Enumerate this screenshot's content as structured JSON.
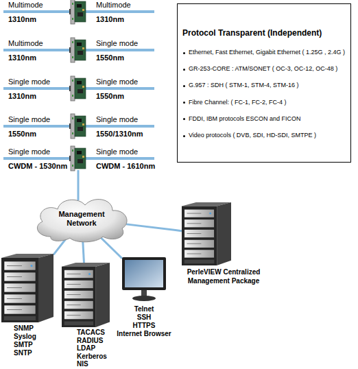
{
  "diagram": {
    "nodes": [
      {
        "text": [
          "Protocol Transparent (Independent)",
          "Ethernet, Fast Ethernet, Gigabit Ethernet ( 1.25G , 2.4G )",
          "GR-253-CORE : ATM/SONET ( OC-3, OC-12, OC-48 )",
          "G.957 : SDH ( STM-1, STM-4, STM-16 )",
          "Fibre Channel: ( FC-1, FC-2, FC-4 )",
          "FDDI, IBM protocols ESCON and FICON",
          "Video protocols ( DVB, SDI, HD-SDI, SMTPE )"
        ]
      },
      {
        "text": [
          "Management Network"
        ]
      },
      {
        "text": [
          "PerleVIEW Centralized Management Package"
        ]
      },
      {
        "text": [
          "SNMP",
          "Syslog",
          "SMTP",
          "SNTP"
        ]
      },
      {
        "text": [
          "TACACS",
          "RADIUS",
          "LDAP",
          "Kerberos",
          "NIS"
        ]
      },
      {
        "text": [
          "Telnet",
          "SSH",
          "HTTPS",
          "Internet Browser"
        ]
      }
    ],
    "edges": [
      {
        "from": 1,
        "to": 2,
        "arrow": "none"
      },
      {
        "from": 1,
        "to": 3,
        "arrow": "none"
      },
      {
        "from": 1,
        "to": 4,
        "arrow": "none"
      },
      {
        "from": 1,
        "to": 5,
        "arrow": "none"
      }
    ],
    "labels": [
      "Multimode",
      "1310nm",
      "Multimode",
      "1310nm",
      "Multimode",
      "1310nm",
      "Single mode",
      "1550nm",
      "Single mode",
      "1310nm",
      "Single mode",
      "1550nm",
      "Single mode",
      "1550nm",
      "Single mode",
      "1550/1310nm",
      "Single mode",
      "CWDM - 1530nm",
      "Single mode",
      "CWDM - 1610nm"
    ]
  }
}
